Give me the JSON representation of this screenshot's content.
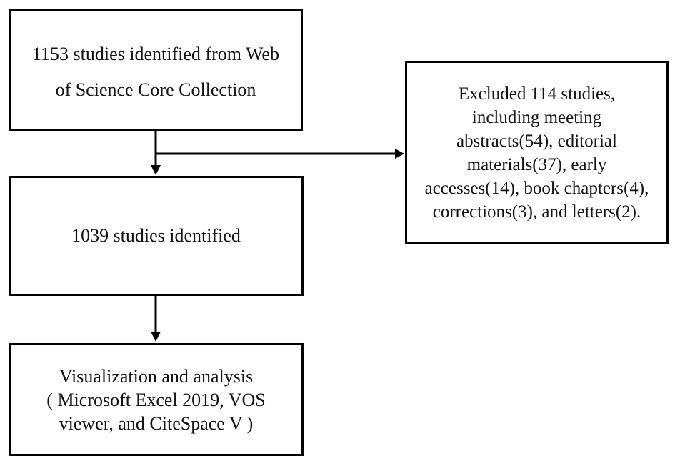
{
  "figure": {
    "type": "flowchart",
    "background_color": "#ffffff",
    "box_border_color": "#000000",
    "text_color": "#151515",
    "arrow_color": "#000000"
  },
  "boxes": {
    "identified": {
      "full_text": "1153 studies identified from Web of Science Core Collection",
      "lines": [
        "1153 studies identified from Web",
        "of Science Core Collection"
      ]
    },
    "screened": {
      "full_text": "1039 studies identified",
      "lines": [
        "1039 studies identified"
      ]
    },
    "analysis": {
      "full_text": "Visualization and analysis ( Microsoft Excel 2019, VOS viewer, and CiteSpace V )",
      "lines": [
        "Visualization and analysis",
        "( Microsoft Excel 2019, VOS",
        "viewer, and CiteSpace V )"
      ]
    },
    "excluded": {
      "full_text": "Excluded 114 studies, including meeting abstracts(54), editorial materials(37), early accesses(14), book chapters(4), corrections(3), and letters(2).",
      "lines": [
        "Excluded 114 studies,",
        "including meeting",
        "abstracts(54), editorial",
        "materials(37), early",
        "accesses(14), book chapters(4),",
        "corrections(3), and letters(2)."
      ]
    }
  },
  "arrows": [
    {
      "name": "arrow-identified-to-screened",
      "direction": "down"
    },
    {
      "name": "arrow-branch-to-excluded",
      "direction": "right"
    },
    {
      "name": "arrow-screened-to-analysis",
      "direction": "down"
    }
  ]
}
